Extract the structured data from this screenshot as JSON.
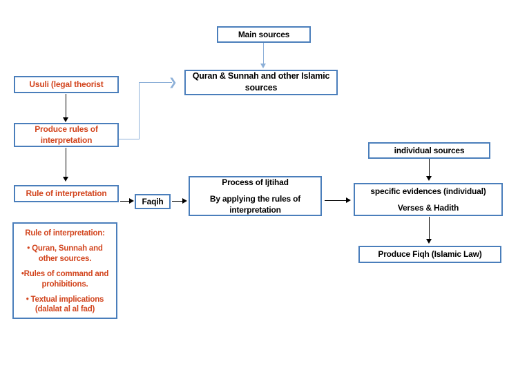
{
  "diagram": {
    "title": "Usul al-Fiqh methodology flowchart",
    "colors": {
      "box_border": "#4a7ebb",
      "accent_text": "#d2451e",
      "plain_text": "#000000",
      "blue_connector": "#8db0d8",
      "black_connector": "#000000",
      "background": "#ffffff"
    }
  },
  "nodes": {
    "main_sources": {
      "label": "Main sources"
    },
    "quran_sunnah": {
      "line1": "Quran &  Sunnah and other Islamic",
      "line2": "sources"
    },
    "usuli": {
      "label": "Usuli (legal theorist"
    },
    "produce_rules": {
      "line1": "Produce rules of",
      "line2": "interpretation"
    },
    "rule_of_interpretation": {
      "label": "Rule of interpretation"
    },
    "faqih": {
      "label": "Faqih"
    },
    "ijtihad": {
      "line1": "Process of Ijtihad",
      "line2": "By applying the rules of",
      "line3": "interpretation"
    },
    "individual_sources": {
      "label": "individual sources"
    },
    "specific_evidences": {
      "line1": "specific evidences (individual)",
      "line2": "Verses & Hadith"
    },
    "produce_fiqh": {
      "label": "Produce Fiqh (Islamic Law)"
    },
    "rule_list": {
      "title": "Rule of interpretation:",
      "items": [
        {
          "line1": "• Quran, Sunnah and",
          "line2": "other sources."
        },
        {
          "line1": "•Rules of command  and",
          "line2": "prohibitions."
        },
        {
          "line1": "• Textual implications",
          "line2": "(dalalat al al fad)"
        }
      ]
    }
  },
  "edges": [
    {
      "name": "main-sources-to-quran",
      "from": "main_sources",
      "to": "quran_sunnah",
      "style": "blue-arrow-down"
    },
    {
      "name": "usuli-to-produce-rules",
      "from": "usuli",
      "to": "produce_rules",
      "style": "black-arrow-down"
    },
    {
      "name": "produce-rules-to-quran",
      "from": "produce_rules",
      "to": "quran_sunnah",
      "style": "blue-elbow-arrow-right"
    },
    {
      "name": "produce-rules-to-rule-of-interpretation",
      "from": "produce_rules",
      "to": "rule_of_interpretation",
      "style": "black-arrow-down"
    },
    {
      "name": "rule-of-interpretation-to-faqih",
      "from": "rule_of_interpretation",
      "to": "faqih",
      "style": "black-arrow-right"
    },
    {
      "name": "faqih-to-ijtihad",
      "from": "faqih",
      "to": "ijtihad",
      "style": "black-arrow-right"
    },
    {
      "name": "ijtihad-to-specific-evidences",
      "from": "ijtihad",
      "to": "specific_evidences",
      "style": "black-arrow-right"
    },
    {
      "name": "individual-sources-to-specific-evidences",
      "from": "individual_sources",
      "to": "specific_evidences",
      "style": "black-arrow-down"
    },
    {
      "name": "specific-evidences-to-produce-fiqh",
      "from": "specific_evidences",
      "to": "produce_fiqh",
      "style": "black-arrow-down"
    }
  ]
}
